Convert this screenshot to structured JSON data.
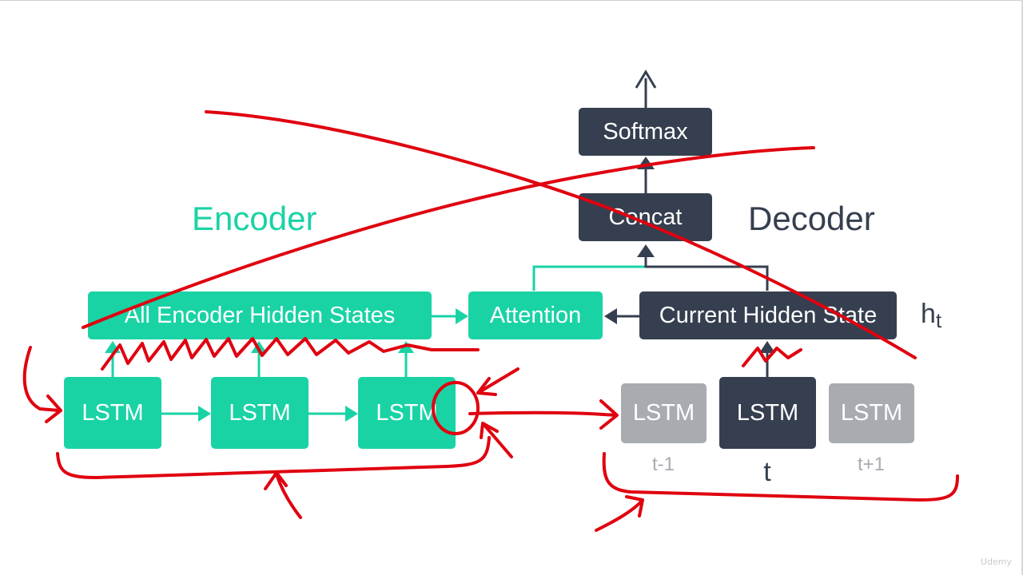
{
  "diagram": {
    "encoder_label": "Encoder",
    "decoder_label": "Decoder",
    "softmax": "Softmax",
    "concat": "Concat",
    "attention": "Attention",
    "all_encoder_hidden_states": "All Encoder Hidden States",
    "current_hidden_state": "Current Hidden State",
    "ht_main": "h",
    "ht_sub": "t",
    "encoder_lstm": [
      "LSTM",
      "LSTM",
      "LSTM"
    ],
    "decoder_lstm": [
      {
        "label": "LSTM",
        "step": "t-1",
        "state": "past"
      },
      {
        "label": "LSTM",
        "step": "t",
        "state": "current"
      },
      {
        "label": "LSTM",
        "step": "t+1",
        "state": "future"
      }
    ]
  },
  "colors": {
    "teal": "#19d3a5",
    "dark": "#363f4f",
    "gray": "#a8abb0",
    "annotation_red": "#e0000f"
  },
  "watermark": "Udemy"
}
